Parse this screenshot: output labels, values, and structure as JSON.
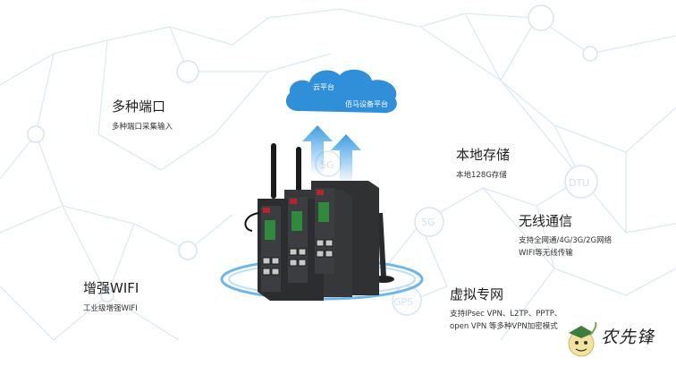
{
  "cloud": {
    "line1": "云平台",
    "line2": "佰马设备平台"
  },
  "features": {
    "ports": {
      "title": "多种端口",
      "desc": "多种端口采集输入"
    },
    "storage": {
      "title": "本地存储",
      "desc": "本地128G存储"
    },
    "wireless": {
      "title": "无线通信",
      "desc1": "支持全网通/4G/3G/2G网络",
      "desc2": "WIFI等无线传输"
    },
    "wifi": {
      "title": "增强WIFI",
      "desc": "工业级增强WIFI"
    },
    "vpn": {
      "title": "虚拟专网",
      "desc1": "支持IPsec VPN、L2TP、PPTP、",
      "desc2": "open VPN 等多种VPN加密模式"
    }
  },
  "watermark_labels": {
    "g5": "5G",
    "dtu": "DTU",
    "gps": "GPS",
    "g5b": "5G"
  },
  "logo": {
    "text": "农先锋"
  },
  "colors": {
    "cloud": "#2f8fd8",
    "arrow": "#4aa6e8",
    "network": "#cfe0ee",
    "ring": "#6fb7e6"
  }
}
